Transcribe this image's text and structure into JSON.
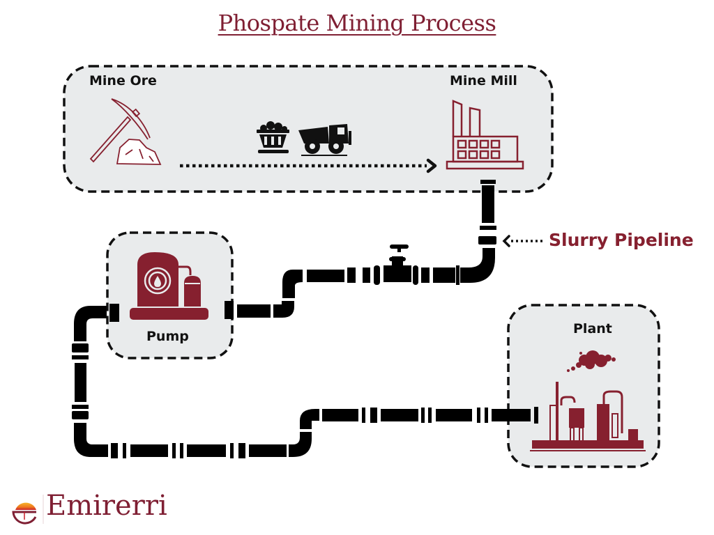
{
  "title": "Phospate Mining Process",
  "stages": {
    "mine_ore": {
      "label": "Mine Ore",
      "icon": "pickaxe-ore-icon"
    },
    "transport": {
      "icons": [
        "mine-cart-icon",
        "dump-truck-icon"
      ],
      "arrow": "dotted-arrow-right"
    },
    "mine_mill": {
      "label": "Mine Mill",
      "icon": "factory-icon"
    },
    "pump": {
      "label": "Pump",
      "icon": "pump-icon"
    },
    "plant": {
      "label": "Plant",
      "icon": "refinery-plant-icon"
    }
  },
  "annotations": {
    "slurry_pipeline": "Slurry Pipeline"
  },
  "logo": {
    "text": "Emirerri"
  },
  "colors": {
    "accent": "#86202f",
    "pipe": "#000000",
    "box_fill": "#e9ebec",
    "box_border": "#111111"
  }
}
